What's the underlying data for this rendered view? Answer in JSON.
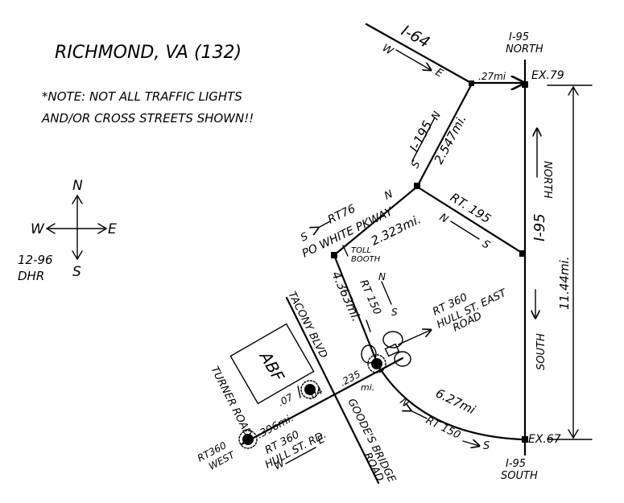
{
  "title": "RICHMOND, VA (132)",
  "note": {
    "line1": "*NOTE: NOT ALL TRAFFIC LIGHTS",
    "line2": "AND/OR CROSS STREETS SHOWN!!"
  },
  "compass": {
    "n": "N",
    "s": "S",
    "e": "E",
    "w": "W"
  },
  "credit": {
    "date": "12-96",
    "initials": "DHR"
  },
  "labels": {
    "i95_north": [
      "I-95",
      "NORTH"
    ],
    "i95_south": [
      "I-95",
      "SOUTH"
    ],
    "ex79": "EX.79",
    "ex67": "EX.67",
    "i64": "I-64",
    "i64_w": "W",
    "i64_e": "E",
    "dist_27": ".27mi",
    "i195": "I-195",
    "i195_n": "N",
    "i195_s": "S",
    "dist_2547": "2.547mi.",
    "rt195": "RT. 195",
    "rt195_n": "N",
    "rt195_s": "S",
    "i95_mid": "I-95",
    "north_side": "NORTH",
    "south_side": "SOUTH",
    "dist_1144": "11.44mi.",
    "rt76": "RT76",
    "rt76_n": "N",
    "rt76_s": "S",
    "powhite": "PO WHITE PKWAY",
    "dist_2323": "2.323mi.",
    "toll1": "TOLL",
    "toll2": "BOOTH",
    "dist_4363": "4.363mi.",
    "rt150_upper": "RT 150",
    "rt150_upper_n": "N",
    "rt150_upper_s": "S",
    "rt360_east": [
      "RT 360",
      "HULL ST. EAST",
      "ROAD"
    ],
    "tacony": "TACONY BLVD",
    "abf": "ABF",
    "dist_235": ".235",
    "mi": "mi.",
    "dist_07": ".07",
    "dist_04": ".04",
    "dist_396": ".396mi.",
    "turner": "TURNER ROAD",
    "rt360_west": [
      "RT360",
      "WEST"
    ],
    "rt360_hull": [
      "RT 360",
      "HULL ST. RD."
    ],
    "hull_w": "W",
    "hull_e": "E",
    "goodes": "GOODE'S BRIDGE",
    "goodes_road": "ROAD",
    "dist_627": "6.27mi",
    "rt150_lower": "RT 150",
    "rt150_lower_n": "N",
    "rt150_lower_s": "S"
  }
}
